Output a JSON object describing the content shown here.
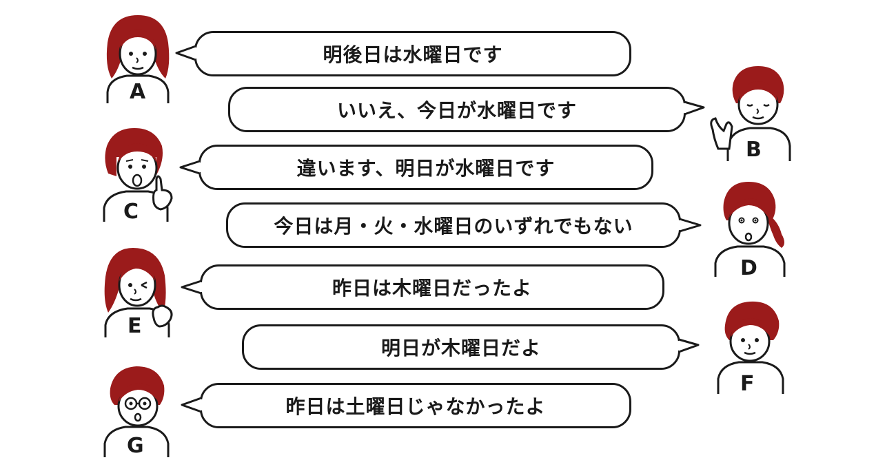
{
  "colors": {
    "hair": "#9b1b1b",
    "ink": "#1a1a1a",
    "background": "#ffffff"
  },
  "people": [
    {
      "id": "A",
      "label": "A",
      "statement": "明後日は水曜日です"
    },
    {
      "id": "B",
      "label": "B",
      "statement": "いいえ、今日が水曜日です"
    },
    {
      "id": "C",
      "label": "C",
      "statement": "違います、明日が水曜日です"
    },
    {
      "id": "D",
      "label": "D",
      "statement": "今日は月・火・水曜日のいずれでもない"
    },
    {
      "id": "E",
      "label": "E",
      "statement": "昨日は木曜日だったよ"
    },
    {
      "id": "F",
      "label": "F",
      "statement": "明日が木曜日だよ"
    },
    {
      "id": "G",
      "label": "G",
      "statement": "昨日は土曜日じゃなかったよ"
    }
  ]
}
